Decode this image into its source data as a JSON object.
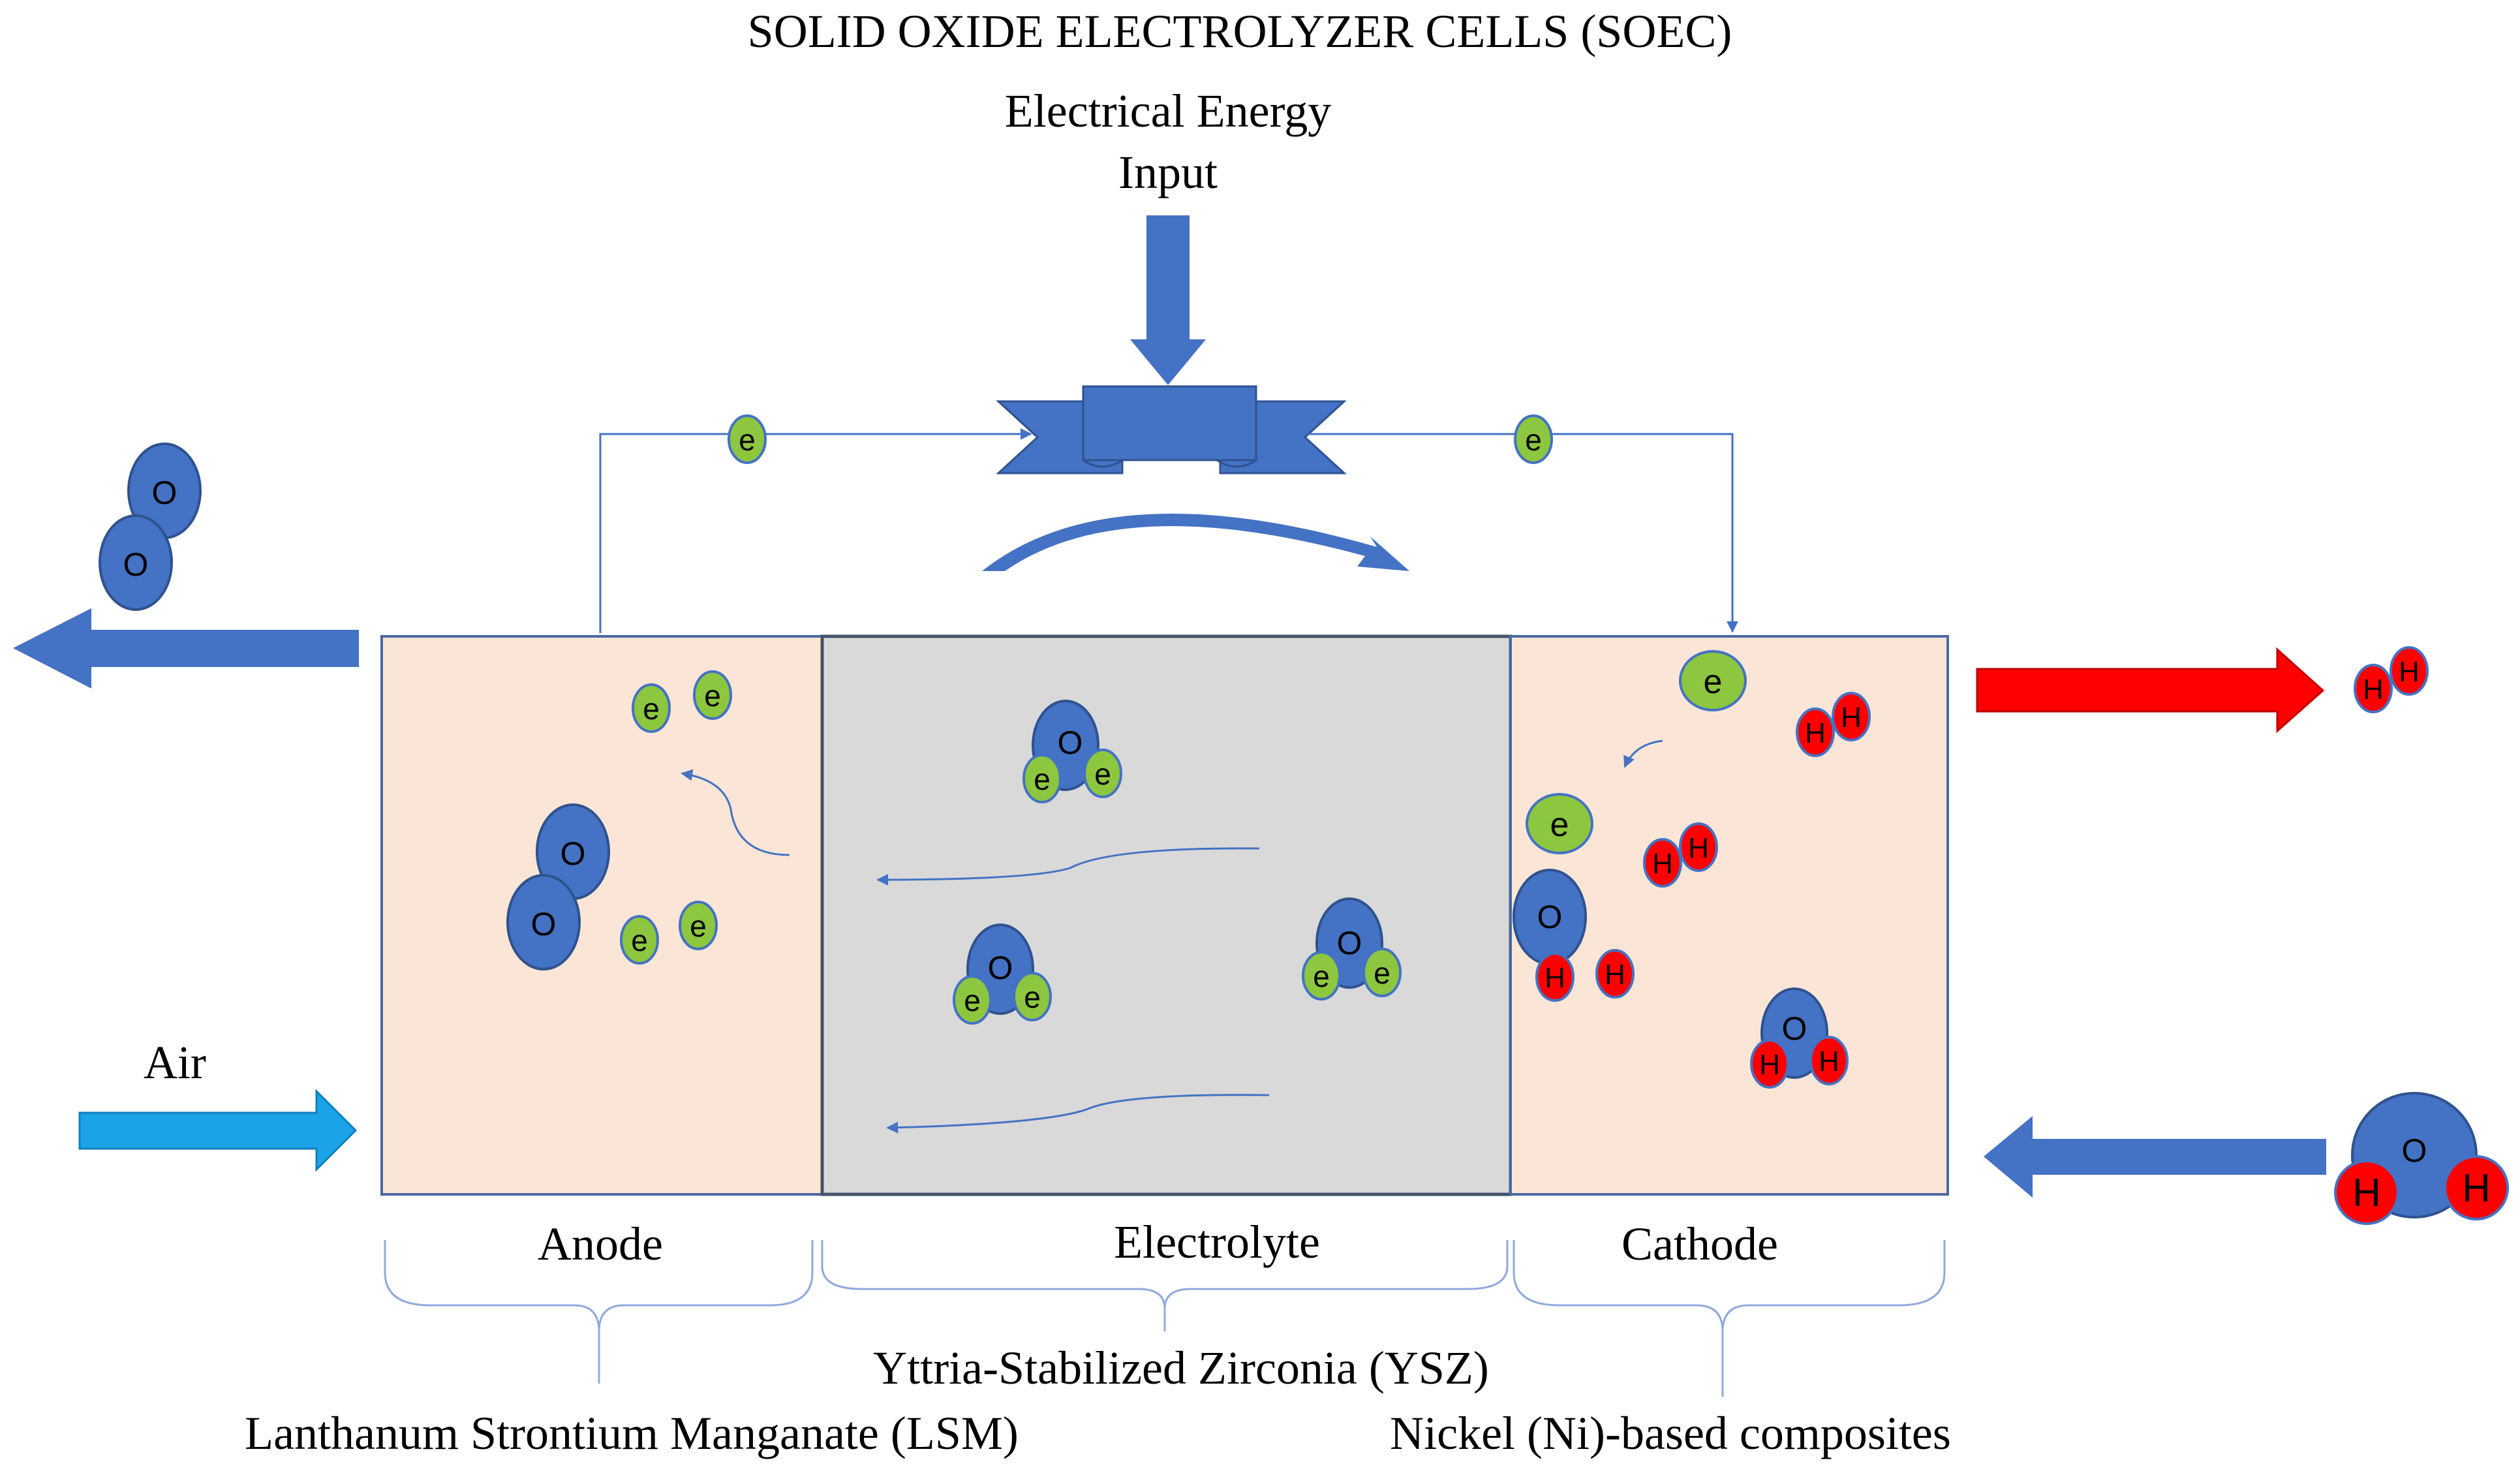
{
  "title": "SOLID OXIDE ELECTROLYZER CELLS (SOEC)",
  "energy_input": {
    "line1": "Electrical Energy",
    "line2": "Input"
  },
  "inputs": {
    "air": "Air"
  },
  "regions": {
    "anode": {
      "name": "Anode",
      "material": "Lanthanum Strontium Manganate (LSM)"
    },
    "electrolyte": {
      "name": "Electrolyte",
      "material": "Yttria-Stabilized Zirconia (YSZ)"
    },
    "cathode": {
      "name": "Cathode",
      "material": "Nickel (Ni)-based composites"
    }
  },
  "symbols": {
    "electron": "e",
    "oxygen": "O",
    "hydrogen": "H"
  },
  "colors": {
    "electron": "#8dc63f",
    "oxygen": "#4472c4",
    "hydrogen": "#ff0000",
    "electrode_fill": "#fbe5d6",
    "electrolyte_fill": "#d9d9d9",
    "air_arrow": "#1aa3e8",
    "product_h2_arrow": "#ff0000",
    "wire": "#4472c4"
  }
}
